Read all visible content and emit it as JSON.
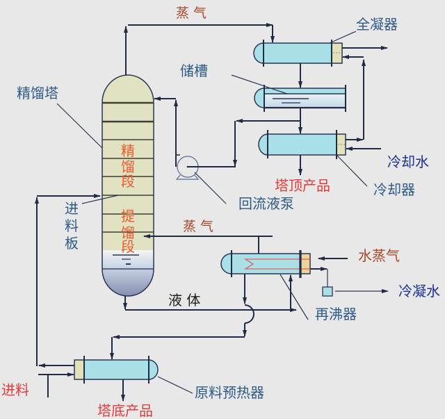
{
  "labels": {
    "vapor_to_condenser": "蒸 气",
    "total_condenser": "全凝器",
    "storage_tank": "储槽",
    "column": "精馏塔",
    "reflux_pump": "回流液泵",
    "cooler": "冷却器",
    "cooling_water": "冷却水",
    "top_product": "塔顶产品",
    "vapor_from_reboiler": "蒸 气",
    "steam": "水蒸气",
    "condensate": "冷凝水",
    "reboiler": "再沸器",
    "liquid": "液 体",
    "feed": "进料",
    "feed_preheater": "原料预热器",
    "bottom_product": "塔底产品"
  },
  "vertical_labels": {
    "rectifying_section": [
      "精",
      "馏",
      "段"
    ],
    "stripping_section": [
      "提",
      "馏",
      "段"
    ],
    "feed_plate": [
      "进",
      "料",
      "板"
    ]
  },
  "colors": {
    "background": "#e8e8e8",
    "line": "#1f2b45",
    "component_label": "#2e5a8a",
    "vapor_label": "#a8472a",
    "section_label": "#ef5a2a",
    "product_label": "#e6393a",
    "utility_label": "#1a2f9a",
    "column_fill": "#e1e2c2",
    "exchanger_fill": "#a9dfe6",
    "end_cap_fill": "#e2e1b9",
    "reboiler_cap_fill": "#ebd39a",
    "heating_coil": "#e0605a"
  }
}
